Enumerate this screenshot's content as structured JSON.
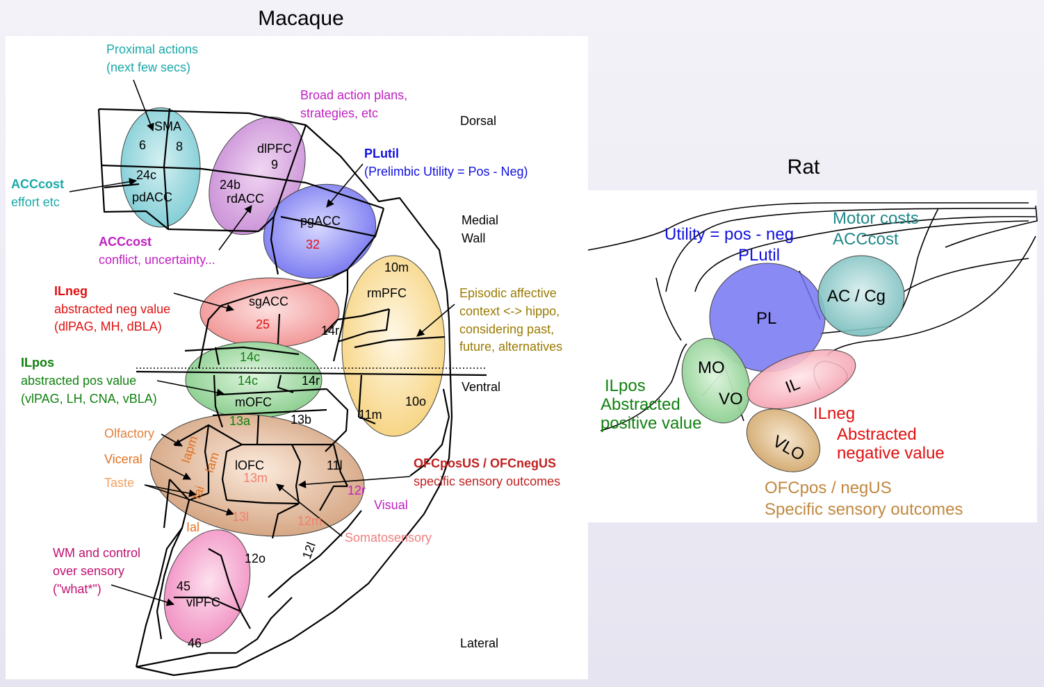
{
  "titles": {
    "macaque": "Macaque",
    "rat": "Rat"
  },
  "orient": {
    "dorsal": "Dorsal",
    "medial1": "Medial",
    "medial2": "Wall",
    "ventral": "Ventral",
    "lateral": "Lateral"
  },
  "macaque_regions": {
    "sma": "SMA",
    "a6": "6",
    "a8": "8",
    "a24c": "24c",
    "pdacc": "pdACC",
    "dlpfc": "dlPFC",
    "a9": "9",
    "a24b": "24b",
    "rdacc": "rdACC",
    "pgacc": "pgACC",
    "a32": "32",
    "sgacc": "sgACC",
    "a25": "25",
    "a14r_top": "14r",
    "a10m": "10m",
    "rmpfc": "rmPFC",
    "a10o": "10o",
    "a11m": "11m",
    "a14c_top": "14c",
    "a14c": "14c",
    "a14r": "14r",
    "mofc": "mOFC",
    "a13a": "13a",
    "a13b": "13b",
    "iapm": "Iapm",
    "iam": "Iam",
    "iai": "Iai",
    "lofc": "lOFC",
    "a13m": "13m",
    "a11l": "11l",
    "a12r": "12r",
    "a13l": "13l",
    "a12m": "12m",
    "ial": "Ial",
    "a12l": "12l",
    "a12o": "12o",
    "a45": "45",
    "vlpfc": "vlPFC",
    "a46": "46"
  },
  "macaque_annotations": {
    "proximal1": "Proximal actions",
    "proximal2": "(next few secs)",
    "broad1": "Broad action plans,",
    "broad2": "strategies, etc",
    "plutil_title": "PLutil",
    "plutil_desc": "(Prelimbic Utility = Pos - Neg)",
    "acccost_effort_title": "ACCcost",
    "acccost_effort_desc": "effort etc",
    "acccost_conflict_title": "ACCcost",
    "acccost_conflict_desc": "conflict, uncertainty...",
    "ilneg_title": "ILneg",
    "ilneg_desc1": "abstracted neg value",
    "ilneg_desc2": "(dlPAG, MH, dBLA)",
    "ilpos_title": "ILpos",
    "ilpos_desc1": "abstracted pos value",
    "ilpos_desc2": "(vlPAG, LH, CNA, vBLA)",
    "episodic1": "Episodic affective",
    "episodic2": "context <-> hippo,",
    "episodic3": "considering past,",
    "episodic4": "future, alternatives",
    "olfactory": "Olfactory",
    "viceral": "Viceral",
    "taste": "Taste",
    "ofc_title": "OFCposUS / OFCnegUS",
    "ofc_desc": "specific sensory outcomes",
    "visual": "Visual",
    "somato": "Somatosensory",
    "wm1": "WM and control",
    "wm2": "over sensory",
    "wm3": "(\"what*\")"
  },
  "rat": {
    "utility": "Utility = pos - neg",
    "plutil": "PLutil",
    "motor1": "Motor costs",
    "motor2": "ACCcost",
    "pl": "PL",
    "accg": "AC / Cg",
    "mo": "MO",
    "vo": "VO",
    "il": "IL",
    "vlo": "VLO",
    "ilpos1": "ILpos",
    "ilpos2": "Abstracted",
    "ilpos3": "positive value",
    "ilneg1": "ILneg",
    "ilneg2": "Abstracted",
    "ilneg3": "negative value",
    "ofc1": "OFCpos / negUS",
    "ofc2": "Specific sensory outcomes"
  },
  "colors": {
    "cyan": "#1aa8a8",
    "magenta": "#c020c0",
    "blue": "#1010dd",
    "red": "#e01010",
    "green": "#108010",
    "olive": "#9a7a00",
    "orange": "#e07020",
    "darkred": "#c02020",
    "teal": "#208888",
    "pink": "#e07080",
    "tan": "#c08840"
  }
}
